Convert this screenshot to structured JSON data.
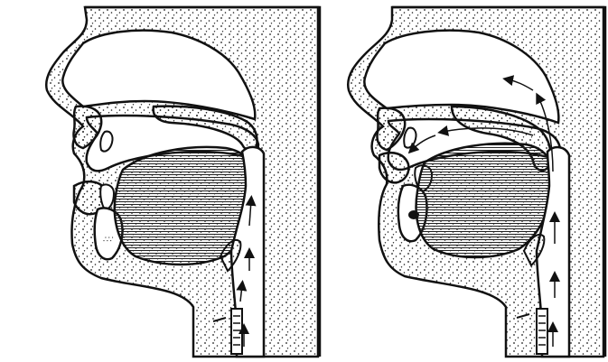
{
  "figure": {
    "panels": [
      {
        "id": "oral-airflow",
        "airflow": "oral"
      },
      {
        "id": "nasal-airflow",
        "airflow": "nasal"
      }
    ],
    "colors": {
      "ink": "#111111",
      "paper": "#ffffff",
      "stipple": "#1a1a1a",
      "hatch": "#222222"
    },
    "icons": [
      "airflow-arrow-icon",
      "trachea-ring-icon"
    ]
  }
}
